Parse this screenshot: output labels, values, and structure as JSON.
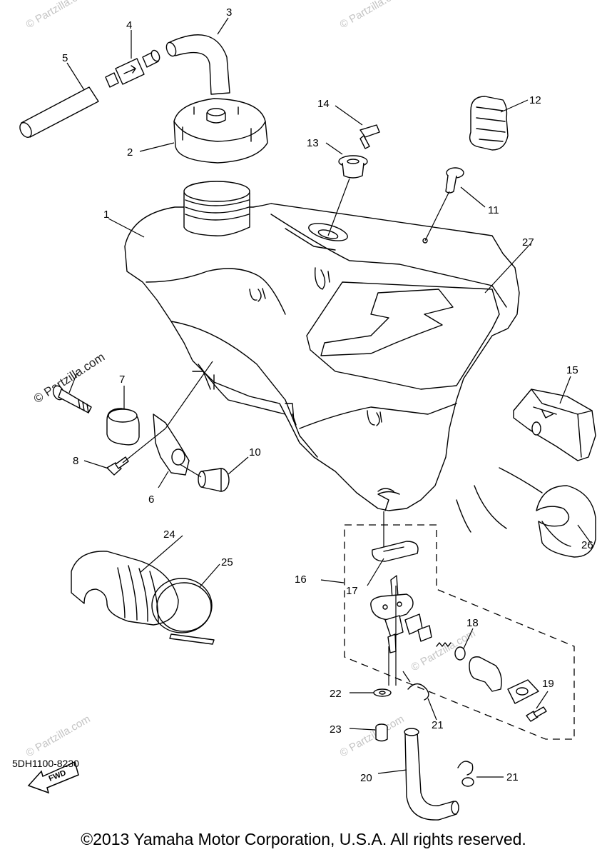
{
  "watermark": "© Partzilla.com",
  "callouts": [
    "1",
    "2",
    "3",
    "4",
    "5",
    "6",
    "7",
    "8",
    "10",
    "11",
    "12",
    "13",
    "14",
    "15",
    "16",
    "17",
    "18",
    "19",
    "20",
    "21",
    "21",
    "22",
    "23",
    "24",
    "25",
    "26",
    "27"
  ],
  "fwd_label": "FWD",
  "diagram_code": "5DH1100-8230",
  "copyright": "©2013 Yamaha Motor Corporation, U.S.A. All rights reserved."
}
